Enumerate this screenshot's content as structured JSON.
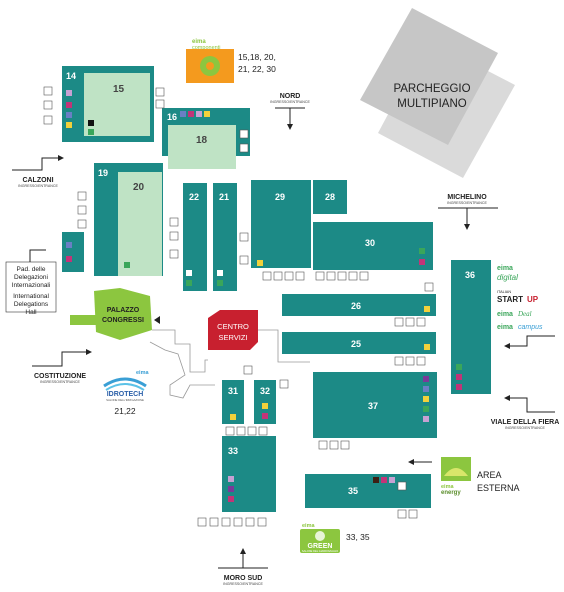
{
  "parking": {
    "line1": "PARCHEGGIO",
    "line2": "MULTIPIANO"
  },
  "halls": {
    "h14": "14",
    "h15": "15",
    "h16": "16",
    "h18": "18",
    "h19": "19",
    "h20": "20",
    "h22": "22",
    "h21": "21",
    "h29": "29",
    "h28": "28",
    "h30": "30",
    "h36": "36",
    "h26": "26",
    "h25": "25",
    "h31": "31",
    "h32": "32",
    "h37": "37",
    "h33": "33",
    "h35": "35"
  },
  "buildings": {
    "palazzo1": "PALAZZO",
    "palazzo2": "CONGRESSI",
    "centro1": "CENTRO",
    "centro2": "SERVIZI"
  },
  "entrances": {
    "nord": {
      "name": "NORD",
      "sub": "INGRESSO/ENTRANCE"
    },
    "calzoni": {
      "name": "CALZONI",
      "sub": "INGRESSO/ENTRANCE"
    },
    "michelino": {
      "name": "MICHELINO",
      "sub": "INGRESSO/ENTRANCE"
    },
    "costituzione": {
      "name": "COSTITUZIONE",
      "sub": "INGRESSO/ENTRANCE"
    },
    "viale": {
      "name": "VIALE DELLA FIERA",
      "sub": "INGRESSO/ENTRANCE"
    },
    "moro": {
      "name": "MORO SUD",
      "sub": "INGRESSO/ENTRANCE"
    }
  },
  "delegations": {
    "l1": "Pad. delle",
    "l2": "Delegazioni",
    "l3": "Internazionali",
    "l4": "International",
    "l5": "Delegations",
    "l6": "Hall"
  },
  "logos": {
    "componenti": {
      "eima": "eima",
      "name": "componenti",
      "halls1": "15,18, 20,",
      "halls2": "21, 22, 30"
    },
    "idrotech": {
      "eima": "eima",
      "name": "IDROTECH",
      "tagline": "SALONE DELL'IRRIGAZIONE",
      "halls": "21,22"
    },
    "green": {
      "eima": "eima",
      "name": "GREEN",
      "tagline": "SALONE DEL GIARDINAGGIO",
      "halls": "33, 35"
    },
    "energy": {
      "eima": "eima",
      "name": "energy",
      "area1": "AREA",
      "area2": "ESTERNA"
    },
    "digital": {
      "eima": "eima",
      "name": "digital"
    },
    "startup": {
      "italian": "ITALIAN",
      "start": "START",
      "up": "UP"
    },
    "deal": {
      "eima": "eima",
      "name": "Deal"
    },
    "campus": {
      "eima": "eima",
      "name": "campus"
    }
  },
  "colors": {
    "teal": "#1c8a86",
    "light_green": "#bfe3c5",
    "lime": "#8cc63f",
    "red": "#c8202f",
    "gray": "#d3d3d3"
  }
}
